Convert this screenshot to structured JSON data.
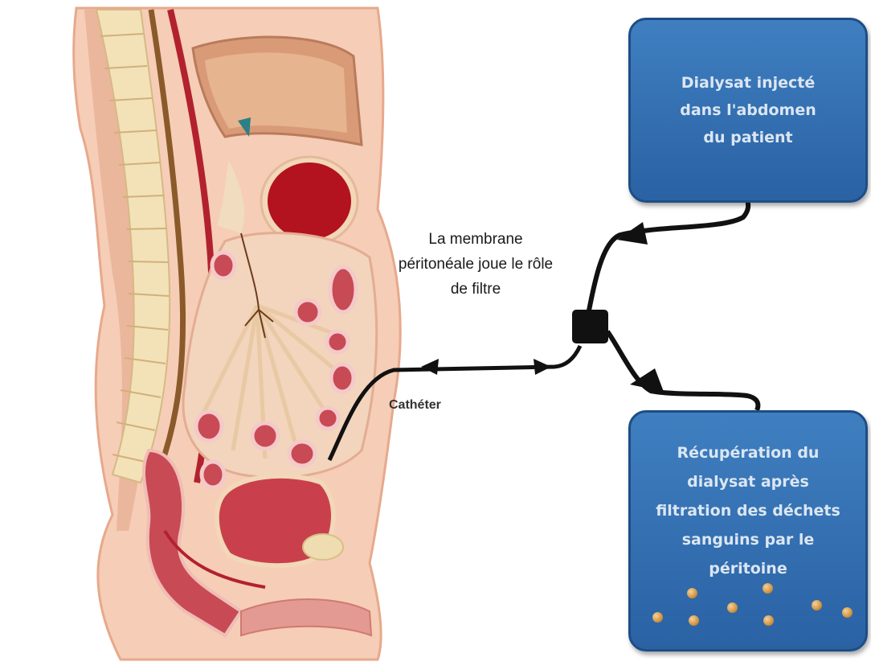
{
  "labels": {
    "top_box": "Dialysat injecté dans l'abdomen du patient",
    "bottom_box": "Récupération du dialysat après filtration des déchets sanguins par le péritoine",
    "membrane": "La membrane péritonéale joue le rôle de filtre",
    "catheter": "Cathéter"
  },
  "icons": [
    "anatomy-illustration",
    "catheter-line",
    "connector-block",
    "arrow-head",
    "particle-dot"
  ],
  "colors": {
    "box_fill": "#3f7fc0",
    "box_border": "#1e4d86",
    "box_text": "#dbe6f2",
    "skin": "#f3c2a8",
    "organ_red": "#c8323c",
    "spine": "#f0dcb0",
    "line": "#111111"
  }
}
